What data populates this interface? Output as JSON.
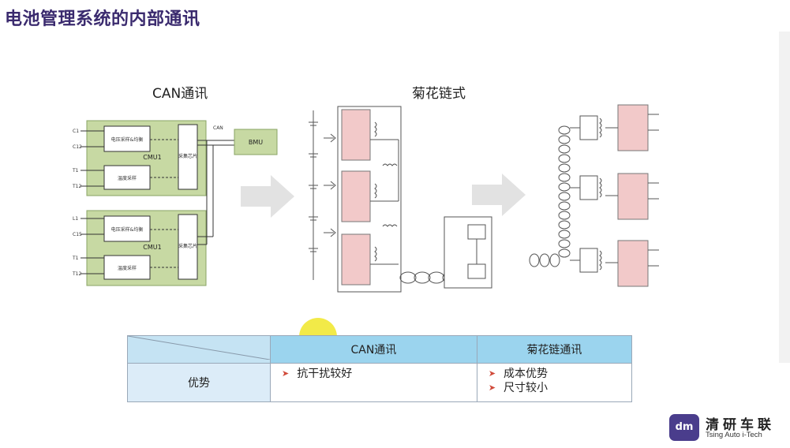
{
  "slide": {
    "title": "电池管理系统的内部通讯"
  },
  "sections": {
    "can": "CAN通讯",
    "daisy": "菊花链式"
  },
  "can_diagram": {
    "cmu_label": "CMU1",
    "bmu_label": "BMU",
    "can_label": "CAN",
    "voltage_block": "电压采样&均衡",
    "temp_block": "温度采样",
    "chip_block": "采集芯片",
    "terminals_top": [
      "C1",
      "C12",
      "T1",
      "T12"
    ],
    "terminals_bottom": [
      "L1",
      "C15",
      "T1",
      "T12"
    ]
  },
  "table": {
    "headers": [
      "",
      "CAN通讯",
      "菊花链通讯"
    ],
    "row_label": "优势",
    "can_points": [
      "抗干扰较好"
    ],
    "daisy_points": [
      "成本优势",
      "尺寸较小"
    ]
  },
  "logo": {
    "cn": "清研车联",
    "en": "Tsing Auto i-Tech",
    "mark": "dm"
  },
  "colors": {
    "title": "#3a2a6e",
    "header_fill": "#9bd4ee",
    "body_fill": "#dcecf8",
    "module_fill": "#c7d9a3",
    "chip_fill": "#f2c9c9"
  }
}
